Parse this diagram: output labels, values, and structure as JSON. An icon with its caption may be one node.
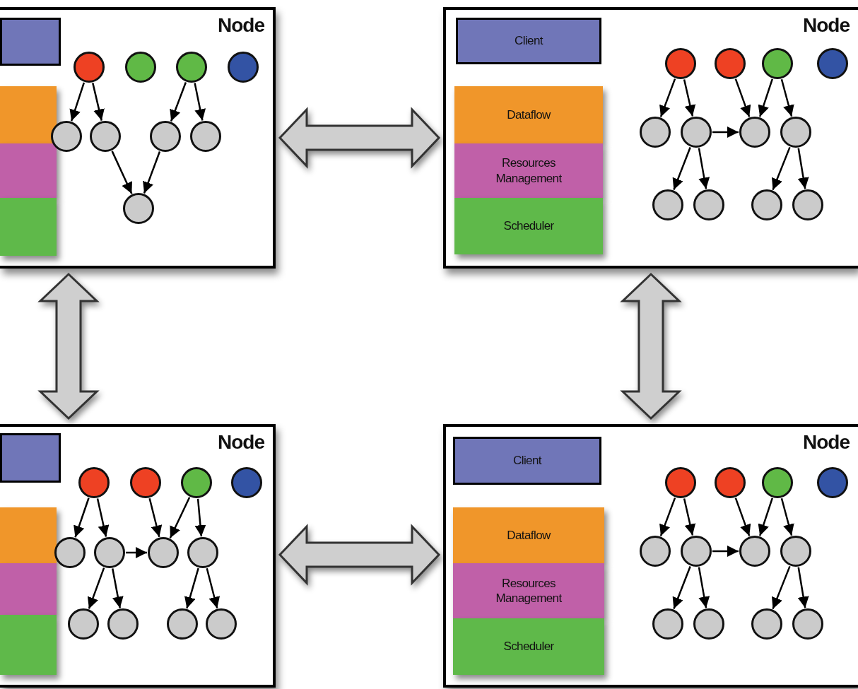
{
  "diagram": {
    "nodes": [
      {
        "text": [
          "Node"
        ]
      },
      {
        "text": [],
        "shape": "box",
        "in": 0
      },
      {
        "text": [],
        "shape": "box",
        "in": 0
      },
      {
        "text": [],
        "shape": "box",
        "in": 0
      },
      {
        "text": [],
        "shape": "box",
        "in": 0
      },
      {
        "text": [],
        "shape": "circle",
        "in": 0
      },
      {
        "text": [],
        "shape": "circle",
        "in": 0
      },
      {
        "text": [],
        "shape": "circle",
        "in": 0
      },
      {
        "text": [],
        "shape": "circle",
        "in": 0
      },
      {
        "text": [],
        "shape": "circle",
        "in": 0
      },
      {
        "text": [],
        "shape": "circle",
        "in": 0
      },
      {
        "text": [],
        "shape": "circle",
        "in": 0
      },
      {
        "text": [],
        "shape": "circle",
        "in": 0
      },
      {
        "text": [],
        "shape": "circle",
        "in": 0
      },
      {
        "text": [
          "Node"
        ]
      },
      {
        "text": [
          "Client"
        ],
        "in": 14
      },
      {
        "text": [
          "Dataflow"
        ],
        "in": 14
      },
      {
        "text": [
          "Resources Management"
        ],
        "in": 14
      },
      {
        "text": [
          "Scheduler"
        ],
        "in": 14
      },
      {
        "text": [],
        "shape": "circle",
        "in": 14
      },
      {
        "text": [],
        "shape": "circle",
        "in": 14
      },
      {
        "text": [],
        "shape": "circle",
        "in": 14
      },
      {
        "text": [],
        "shape": "circle",
        "in": 14
      },
      {
        "text": [],
        "shape": "circle",
        "in": 14
      },
      {
        "text": [],
        "shape": "circle",
        "in": 14
      },
      {
        "text": [],
        "shape": "circle",
        "in": 14
      },
      {
        "text": [],
        "shape": "circle",
        "in": 14
      },
      {
        "text": [],
        "shape": "circle",
        "in": 14
      },
      {
        "text": [],
        "shape": "circle",
        "in": 14
      },
      {
        "text": [],
        "shape": "circle",
        "in": 14
      },
      {
        "text": [],
        "shape": "circle",
        "in": 14
      },
      {
        "text": [
          "Node"
        ]
      },
      {
        "text": [],
        "shape": "box",
        "in": 31
      },
      {
        "text": [],
        "shape": "box",
        "in": 31
      },
      {
        "text": [],
        "shape": "box",
        "in": 31
      },
      {
        "text": [],
        "shape": "box",
        "in": 31
      },
      {
        "text": [],
        "shape": "circle",
        "in": 31
      },
      {
        "text": [],
        "shape": "circle",
        "in": 31
      },
      {
        "text": [],
        "shape": "circle",
        "in": 31
      },
      {
        "text": [],
        "shape": "circle",
        "in": 31
      },
      {
        "text": [],
        "shape": "circle",
        "in": 31
      },
      {
        "text": [],
        "shape": "circle",
        "in": 31
      },
      {
        "text": [],
        "shape": "circle",
        "in": 31
      },
      {
        "text": [],
        "shape": "circle",
        "in": 31
      },
      {
        "text": [],
        "shape": "circle",
        "in": 31
      },
      {
        "text": [],
        "shape": "circle",
        "in": 31
      },
      {
        "text": [],
        "shape": "circle",
        "in": 31
      },
      {
        "text": [],
        "shape": "circle",
        "in": 31
      },
      {
        "text": [
          "Node"
        ]
      },
      {
        "text": [
          "Client"
        ],
        "in": 48
      },
      {
        "text": [
          "Dataflow"
        ],
        "in": 48
      },
      {
        "text": [
          "Resources Management"
        ],
        "in": 48
      },
      {
        "text": [
          "Scheduler"
        ],
        "in": 48
      },
      {
        "text": [],
        "shape": "circle",
        "in": 48
      },
      {
        "text": [],
        "shape": "circle",
        "in": 48
      },
      {
        "text": [],
        "shape": "circle",
        "in": 48
      },
      {
        "text": [],
        "shape": "circle",
        "in": 48
      },
      {
        "text": [],
        "shape": "circle",
        "in": 48
      },
      {
        "text": [],
        "shape": "circle",
        "in": 48
      },
      {
        "text": [],
        "shape": "circle",
        "in": 48
      },
      {
        "text": [],
        "shape": "circle",
        "in": 48
      },
      {
        "text": [],
        "shape": "circle",
        "in": 48
      },
      {
        "text": [],
        "shape": "circle",
        "in": 48
      },
      {
        "text": [],
        "shape": "circle",
        "in": 48
      },
      {
        "text": [],
        "shape": "circle",
        "in": 48
      }
    ],
    "edges": [
      {
        "from": 5,
        "to": 9,
        "arrow": "to"
      },
      {
        "from": 5,
        "to": 10,
        "arrow": "to"
      },
      {
        "from": 7,
        "to": 11,
        "arrow": "to"
      },
      {
        "from": 7,
        "to": 12,
        "arrow": "to"
      },
      {
        "from": 10,
        "to": 13,
        "arrow": "to"
      },
      {
        "from": 11,
        "to": 13,
        "arrow": "to"
      },
      {
        "from": 19,
        "to": 23,
        "arrow": "to"
      },
      {
        "from": 19,
        "to": 24,
        "arrow": "to"
      },
      {
        "from": 20,
        "to": 25,
        "arrow": "to"
      },
      {
        "from": 21,
        "to": 25,
        "arrow": "to"
      },
      {
        "from": 21,
        "to": 26,
        "arrow": "to"
      },
      {
        "from": 24,
        "to": 25,
        "arrow": "to"
      },
      {
        "from": 24,
        "to": 27,
        "arrow": "to"
      },
      {
        "from": 24,
        "to": 28,
        "arrow": "to"
      },
      {
        "from": 26,
        "to": 29,
        "arrow": "to"
      },
      {
        "from": 26,
        "to": 30,
        "arrow": "to"
      },
      {
        "from": 36,
        "to": 40,
        "arrow": "to"
      },
      {
        "from": 36,
        "to": 41,
        "arrow": "to"
      },
      {
        "from": 37,
        "to": 42,
        "arrow": "to"
      },
      {
        "from": 38,
        "to": 42,
        "arrow": "to"
      },
      {
        "from": 38,
        "to": 43,
        "arrow": "to"
      },
      {
        "from": 41,
        "to": 42,
        "arrow": "to"
      },
      {
        "from": 41,
        "to": 44,
        "arrow": "to"
      },
      {
        "from": 41,
        "to": 45,
        "arrow": "to"
      },
      {
        "from": 43,
        "to": 46,
        "arrow": "to"
      },
      {
        "from": 43,
        "to": 47,
        "arrow": "to"
      },
      {
        "from": 53,
        "to": 57,
        "arrow": "to"
      },
      {
        "from": 53,
        "to": 58,
        "arrow": "to"
      },
      {
        "from": 54,
        "to": 59,
        "arrow": "to"
      },
      {
        "from": 55,
        "to": 59,
        "arrow": "to"
      },
      {
        "from": 55,
        "to": 60,
        "arrow": "to"
      },
      {
        "from": 58,
        "to": 59,
        "arrow": "to"
      },
      {
        "from": 58,
        "to": 61,
        "arrow": "to"
      },
      {
        "from": 58,
        "to": 62,
        "arrow": "to"
      },
      {
        "from": 60,
        "to": 63,
        "arrow": "to"
      },
      {
        "from": 60,
        "to": 64,
        "arrow": "to"
      },
      {
        "from": 0,
        "to": 14,
        "arrow": "both",
        "style": "thick"
      },
      {
        "from": 0,
        "to": 31,
        "arrow": "both",
        "style": "thick"
      },
      {
        "from": 14,
        "to": 48,
        "arrow": "both",
        "style": "thick"
      },
      {
        "from": 31,
        "to": 48,
        "arrow": "both",
        "style": "thick"
      }
    ]
  }
}
